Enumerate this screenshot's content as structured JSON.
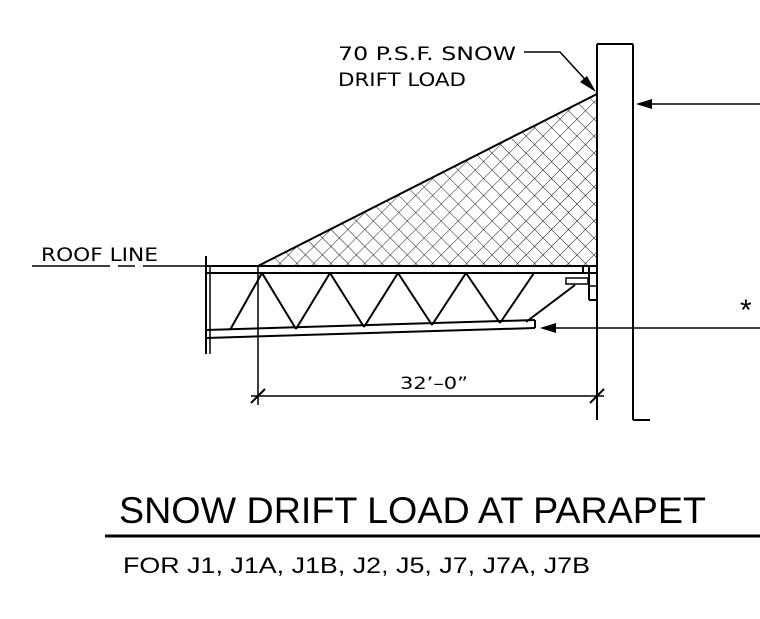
{
  "load_label": {
    "line1": "70 P.S.F. SNOW",
    "line2": "DRIFT LOAD"
  },
  "roof_line_label": "ROOF LINE",
  "span_dimension": "32’–0”",
  "asterisk": "*",
  "title": "SNOW DRIFT LOAD AT PARAPET",
  "subtitle": "FOR J1, J1A, J1B, J2, J5, J7, J7A, J7B"
}
